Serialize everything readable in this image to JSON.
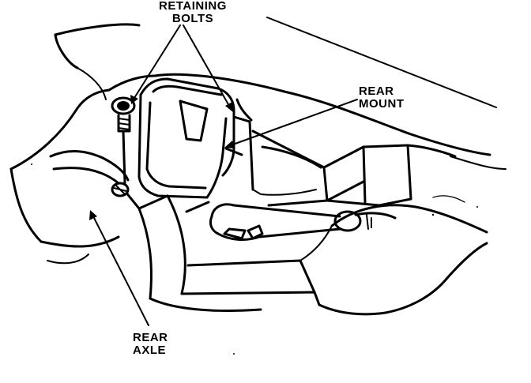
{
  "diagram": {
    "labels": {
      "retaining_bolts": {
        "line1": "RETAINING",
        "line2": "BOLTS"
      },
      "rear_mount": {
        "line1": "REAR",
        "line2": "MOUNT"
      },
      "rear_axle": {
        "line1": "REAR",
        "line2": "AXLE"
      }
    },
    "colors": {
      "ink": "#000000",
      "background": "#ffffff"
    }
  }
}
